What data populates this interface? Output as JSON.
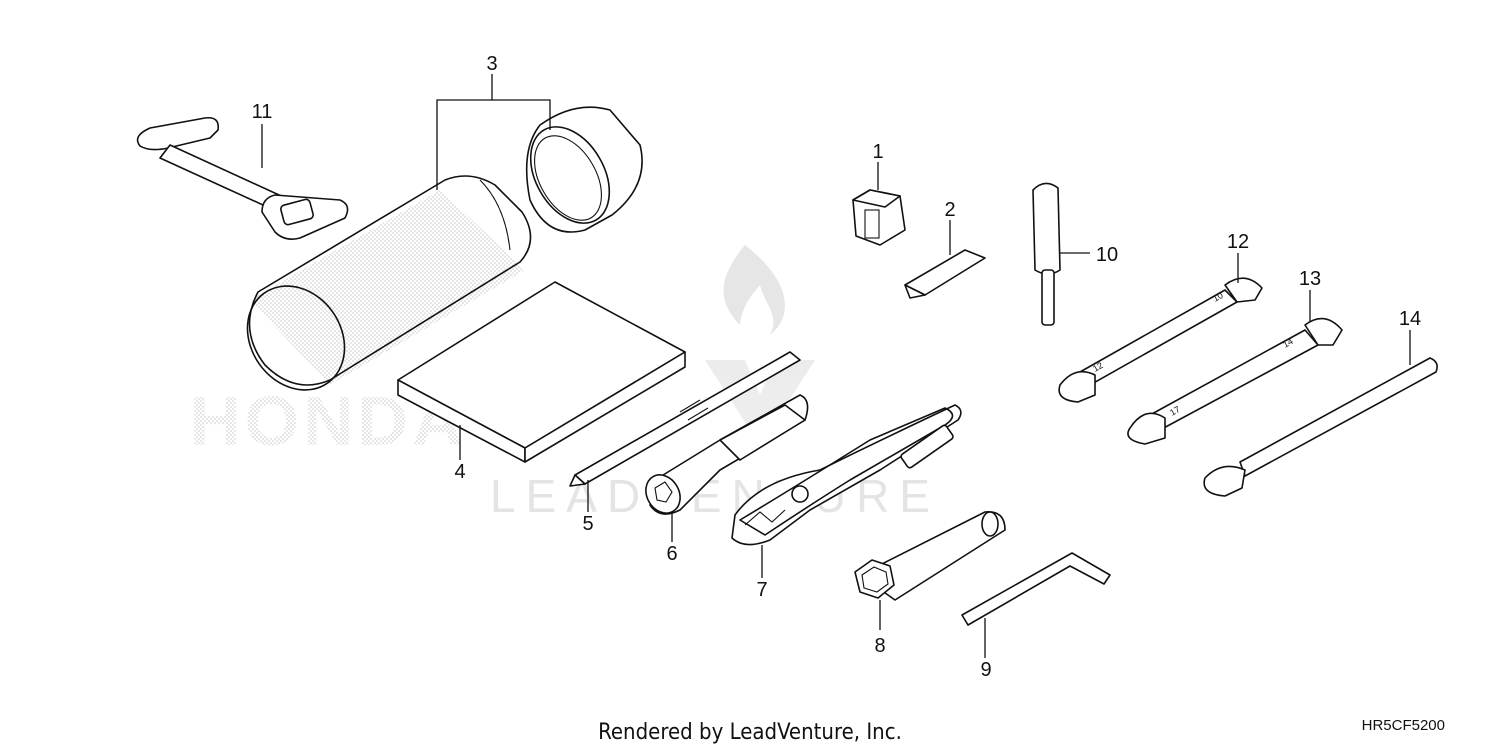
{
  "callouts": {
    "c1": "1",
    "c2": "2",
    "c3": "3",
    "c4": "4",
    "c5": "5",
    "c6": "6",
    "c7": "7",
    "c8": "8",
    "c9": "9",
    "c10": "10",
    "c11": "11",
    "c12": "12",
    "c13": "13",
    "c14": "14"
  },
  "wrench_marks": {
    "w12_a": "10",
    "w12_b": "12",
    "w13_a": "14",
    "w13_b": "17"
  },
  "footer": {
    "rendered_by": "Rendered by LeadVenture, Inc.",
    "diagram_code": "HR5CF5200"
  },
  "watermarks": {
    "brand": "HONDA",
    "vendor": "LEADVENTURE"
  }
}
